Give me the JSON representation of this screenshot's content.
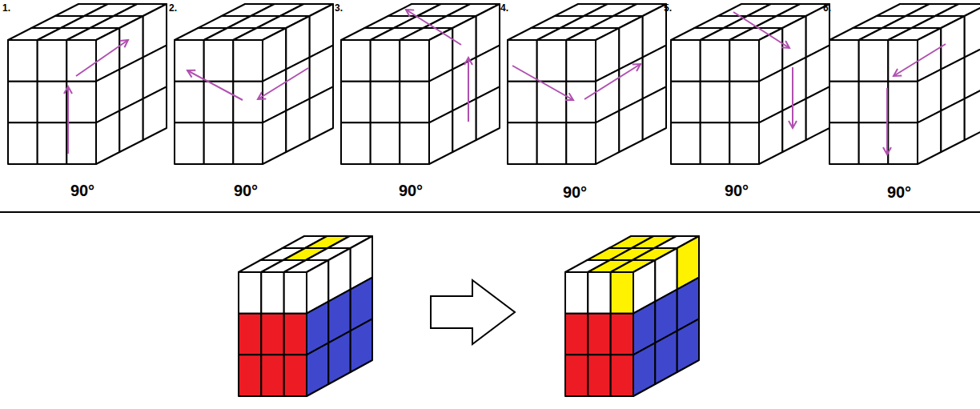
{
  "diagram": {
    "labels": [
      "1.",
      "2.",
      "3.",
      "4.",
      "5.",
      "6.",
      "90°",
      "90°",
      "90°",
      "90°",
      "90°",
      "90°"
    ]
  }
}
